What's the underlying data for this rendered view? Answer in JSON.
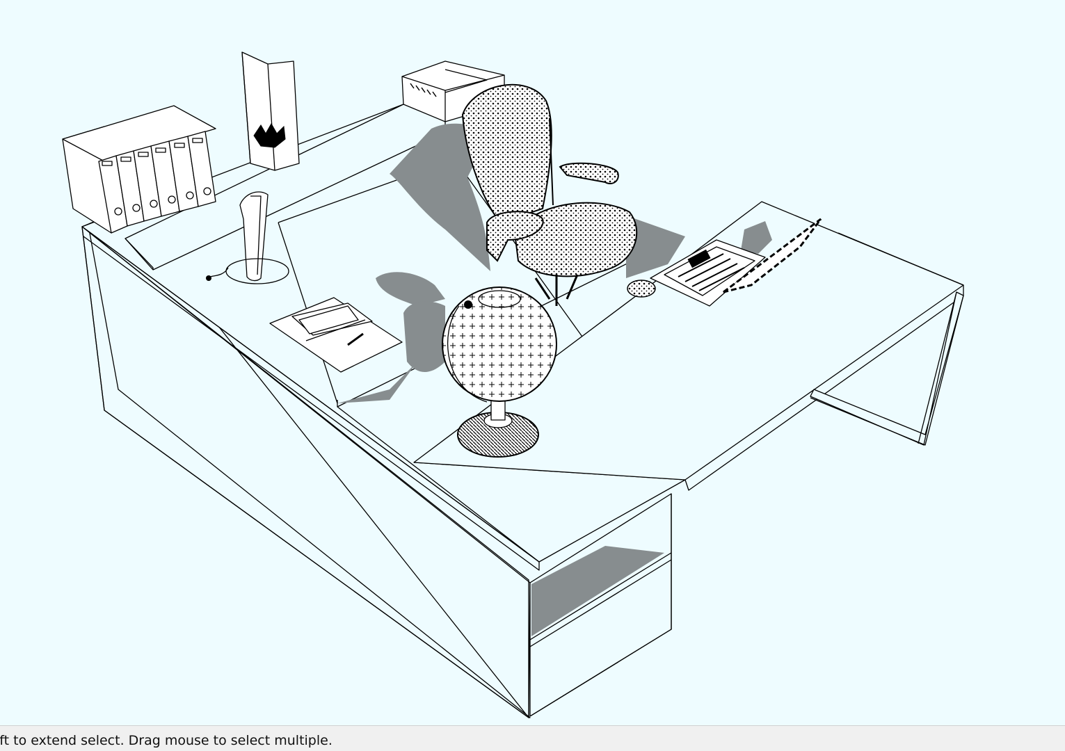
{
  "status_bar": {
    "text": "ift to extend select. Drag mouse to select multiple."
  },
  "colors": {
    "viewport_background": "#eefcff",
    "shadow": "#878d8f",
    "edge": "#000000",
    "status_bar_background": "#f0f0f0"
  },
  "scene": {
    "objects": [
      "desk",
      "binders",
      "vase-with-plant",
      "printer",
      "desk-lamp",
      "office-chair",
      "papers-and-pen",
      "globe",
      "mouse",
      "laptop"
    ]
  }
}
